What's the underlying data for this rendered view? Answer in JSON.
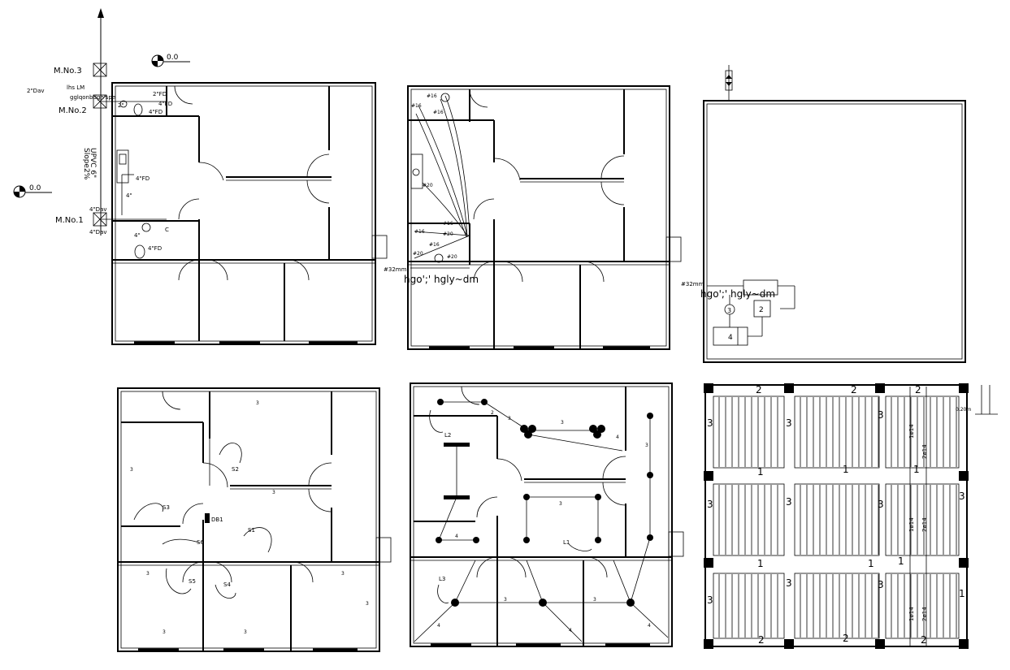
{
  "sheet": {
    "elevation_marker": "0.0",
    "elevation_marker_2": "0.0"
  },
  "plumbing_plan": {
    "manholes": [
      "M.No.3",
      "M.No.2",
      "M.No.1"
    ],
    "pipe_labels": [
      "2\"Dav",
      "4\"Dav",
      "4\"Dav"
    ],
    "upvc_note": "UPVC 6\"",
    "slope_note": "Slope2%",
    "fixture_labels": [
      "4\"FD",
      "4\"FD",
      "4\"FD",
      "2\"FD",
      "4\"",
      "4\"",
      "C",
      "2\"",
      "4\"FD"
    ],
    "top_note_1": "lhs LM",
    "top_note_2": "gglqonbdgh'spe"
  },
  "water_supply_plan": {
    "pipe_tags": [
      "#16",
      "#16",
      "#16",
      "#20",
      "#16",
      "#16",
      "#20",
      "#16",
      "#20",
      "#20"
    ],
    "inlet_label": "#32mm",
    "inlet_note": "hgo';' hgly~dm"
  },
  "tank_plan": {
    "inlet_label": "#32mm",
    "inlet_note": "hgo';' hgly~dm",
    "items": [
      "3",
      "2",
      "4"
    ]
  },
  "switch_plan": {
    "switch_labels": [
      "S1",
      "S2",
      "S3",
      "S4",
      "S5",
      "S6"
    ],
    "db_label": "DB1",
    "wire_count": "3"
  },
  "lighting_plan": {
    "circuit_labels": [
      "L1",
      "L2",
      "L3"
    ],
    "wire_counts": [
      "3",
      "4",
      "2"
    ]
  },
  "slab_plan": {
    "beam_marks": [
      "2",
      "2",
      "2",
      "2",
      "2",
      "2",
      "3",
      "3",
      "3",
      "3",
      "3",
      "3",
      "3",
      "3",
      "3",
      "3",
      "1",
      "1",
      "1",
      "1",
      "1",
      "1",
      "1"
    ],
    "rebar_notes": [
      "1ø14",
      "2ø14",
      "1ø14",
      "2ø14",
      "1ø14",
      "2ø14"
    ],
    "section_note": "0.20m"
  }
}
